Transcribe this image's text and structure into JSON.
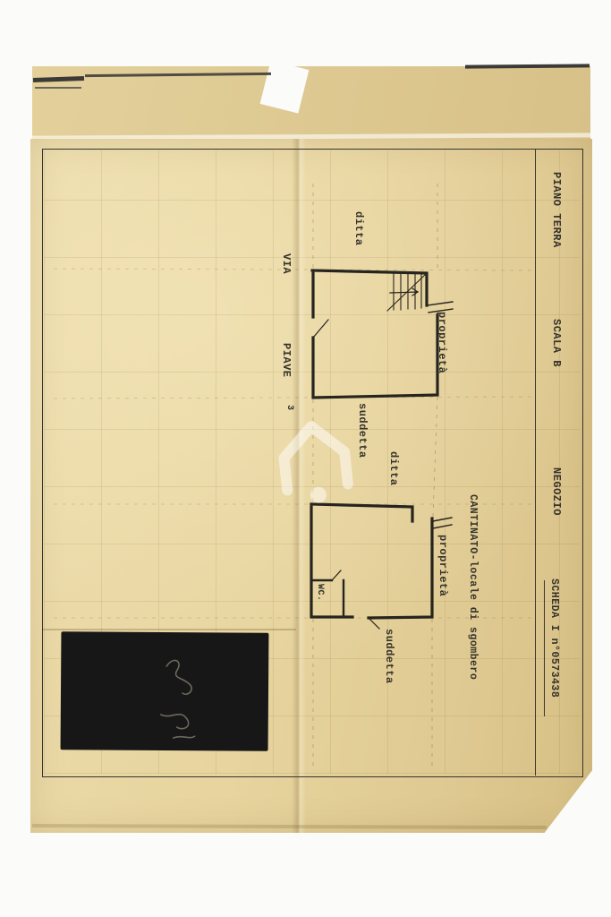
{
  "scan": {
    "title_column": {
      "piano": "PIANO TERRA",
      "scala": "SCALA B",
      "negozio": "NEGOZIO",
      "scheda": "SCHEDA I n°0573438"
    },
    "street": {
      "via": "VIA",
      "name": "PIAVE",
      "number": "3"
    },
    "upper_plan": {
      "ditta": "ditta",
      "proprieta": "proprietà",
      "suddetta": "suddetta"
    },
    "lower_plan": {
      "ditta": "ditta",
      "proprieta": "proprietà",
      "suddetta": "suddetta",
      "wc": "WC.",
      "description": "CANTINATO-locale di sgombero"
    },
    "icons": {
      "watermark": "house-watermark-icon",
      "stairs": "stairs-icon"
    },
    "colors": {
      "paper": "#e7d49e",
      "ink": "#26241e",
      "redaction": "#171717",
      "watermark": "#ffffff"
    }
  }
}
